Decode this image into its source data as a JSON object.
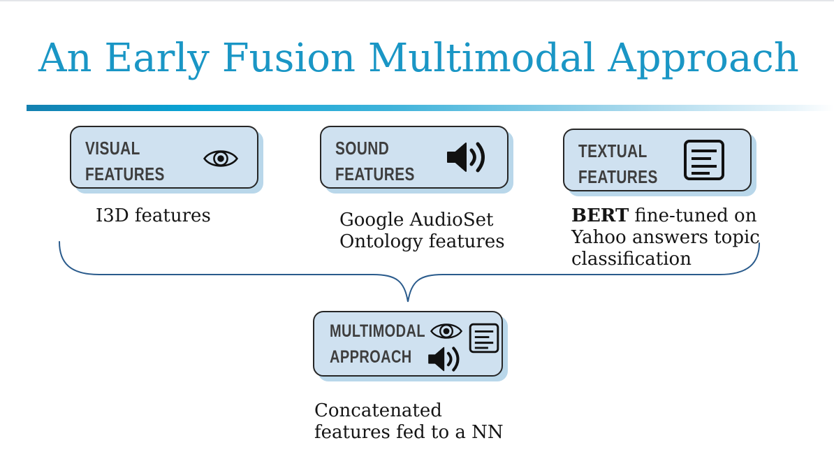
{
  "slide": {
    "title": "An Early Fusion Multimodal Approach",
    "colors": {
      "title_accent": "#1a96c5",
      "rule_gradient_start": "#1480b0",
      "rule_gradient_mid": "#0aa3d4",
      "box_fill": "#cfe1f0",
      "box_border": "#262626",
      "box_shadow": "#b9d7ea",
      "label_text": "#3e3e3e",
      "caption_text": "#141414",
      "brace_stroke": "#2a5b8c"
    },
    "boxes": {
      "visual": {
        "label": [
          "VISUAL",
          "FEATURES"
        ],
        "icon": "eye-icon",
        "caption": [
          "I3D features"
        ]
      },
      "sound": {
        "label": [
          "SOUND",
          "FEATURES"
        ],
        "icon": "speaker-icon",
        "caption": [
          "Google AudioSet",
          "Ontology features"
        ]
      },
      "textual": {
        "label": [
          "TEXTUAL",
          "FEATURES"
        ],
        "icon": "text-document-icon",
        "caption_bold": "BERT",
        "caption": [
          " fine-tuned on",
          "Yahoo answers topic",
          "classification"
        ]
      },
      "fusion": {
        "label": [
          "MULTIMODAL",
          "APPROACH"
        ],
        "icons": [
          "eye-icon",
          "text-document-icon",
          "speaker-icon"
        ],
        "caption": [
          "Concatenated",
          "features fed to a NN"
        ]
      }
    }
  }
}
